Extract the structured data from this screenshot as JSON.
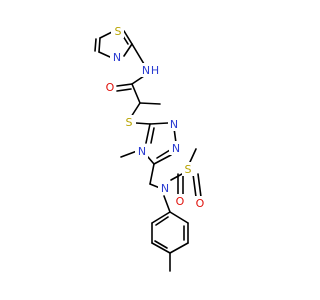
{
  "molecule": {
    "atoms": {
      "S_thiazole": {
        "label": "S",
        "color": "#b8a400"
      },
      "N_thiazole": {
        "label": "N",
        "color": "#2b3cd1"
      },
      "NH_amide": {
        "label": "N",
        "color": "#2b3cd1"
      },
      "H_amide": {
        "label": "H",
        "color": "#2b3cd1"
      },
      "O_amide": {
        "label": "O",
        "color": "#e0120c"
      },
      "S_thioether": {
        "label": "S",
        "color": "#b8a400"
      },
      "N_triazole_methyl": {
        "label": "N",
        "color": "#2b3cd1"
      },
      "N_triazole_a": {
        "label": "N",
        "color": "#2b3cd1"
      },
      "N_triazole_b": {
        "label": "N",
        "color": "#2b3cd1"
      },
      "N_sulfonamide": {
        "label": "N",
        "color": "#2b3cd1"
      },
      "S_sulfonyl": {
        "label": "S",
        "color": "#b8a400"
      },
      "O_sulfonyl_1": {
        "label": "O",
        "color": "#e0120c"
      },
      "O_sulfonyl_2": {
        "label": "O",
        "color": "#e0120c"
      }
    }
  }
}
